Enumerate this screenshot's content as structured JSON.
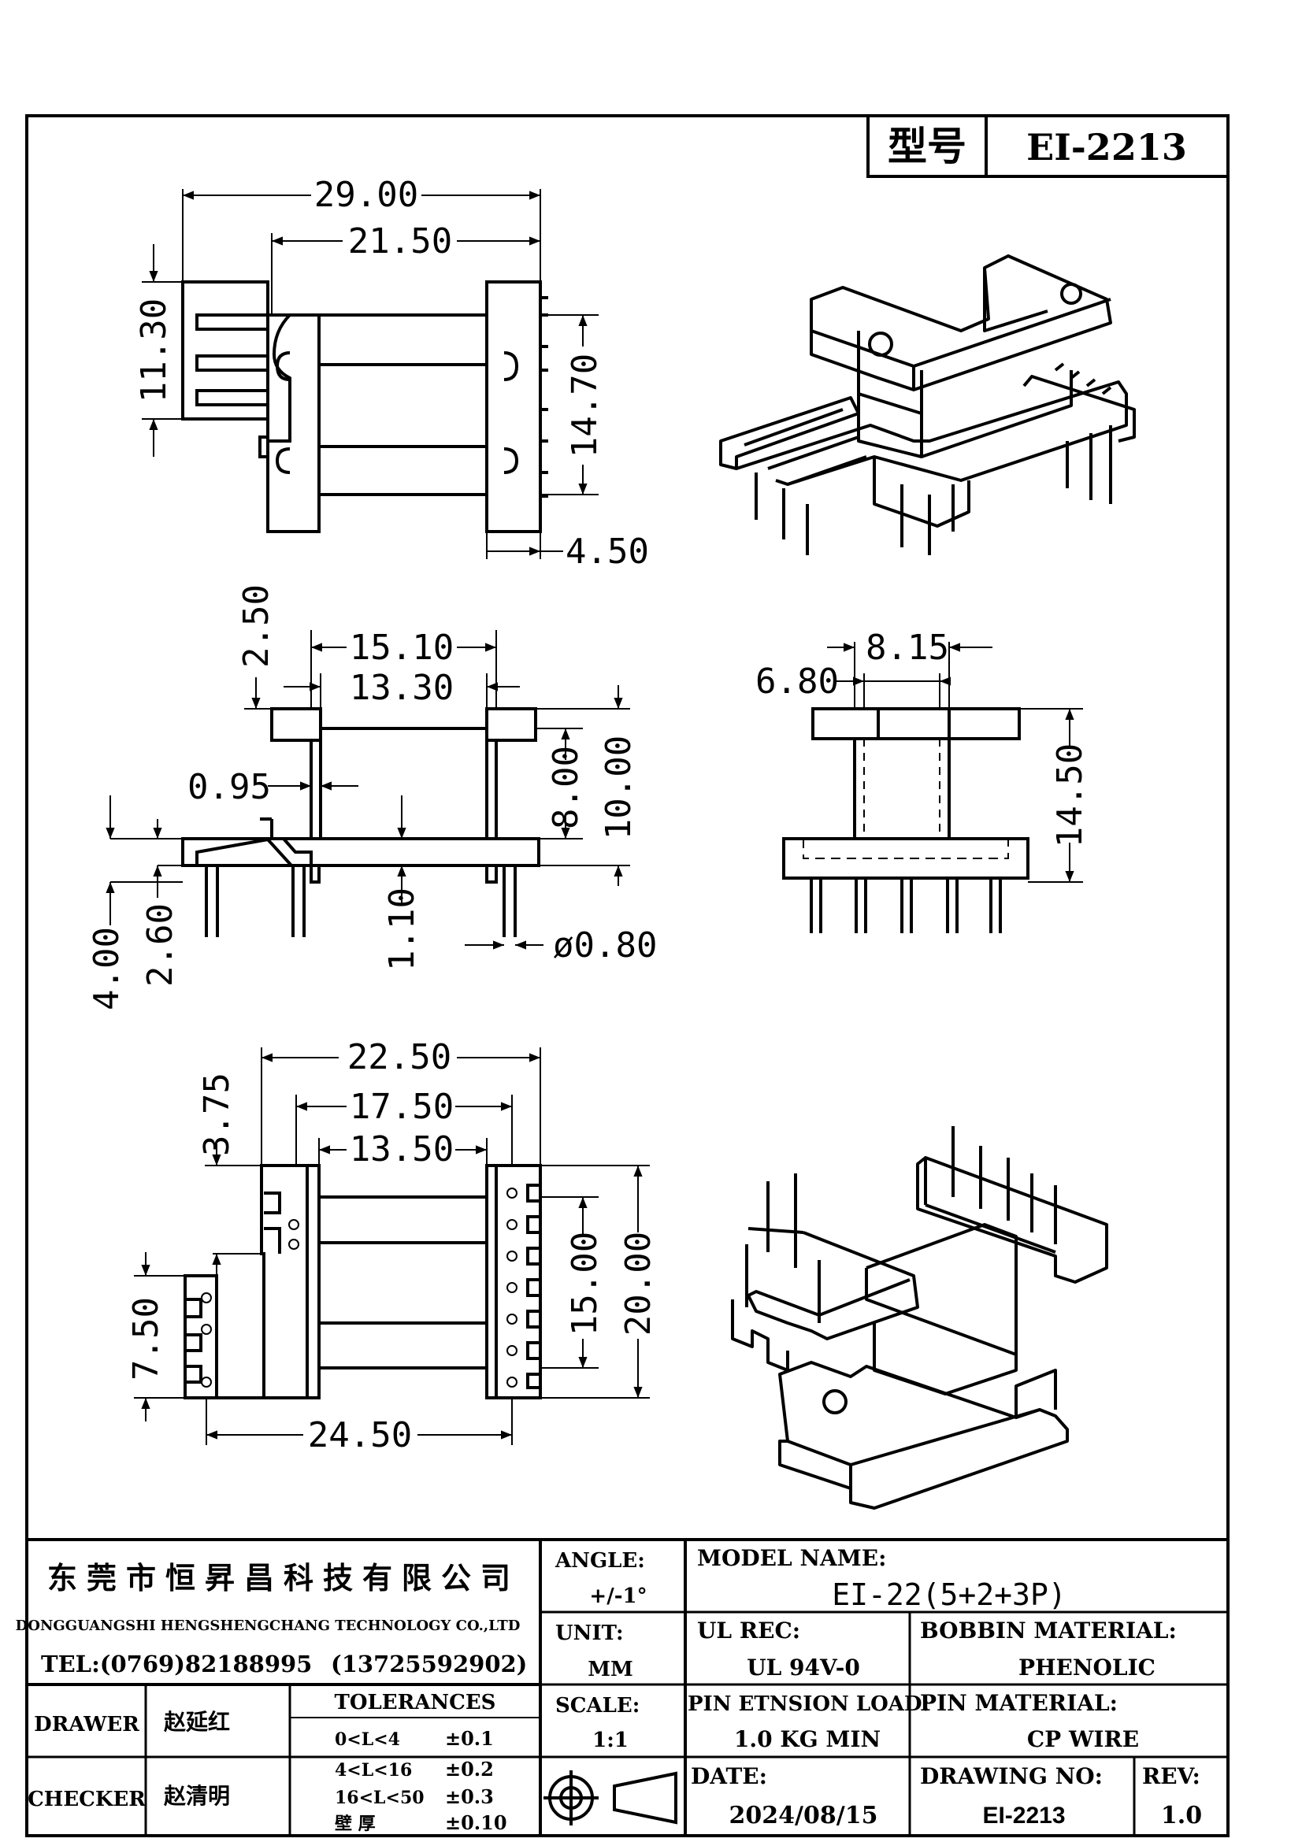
{
  "model_box": {
    "label": "型号",
    "value": "EI-2213"
  },
  "dimensions": {
    "top_view": {
      "overall_width": "29.00",
      "inner_width": "21.50",
      "left_height": "11.30",
      "right_height": "14.70",
      "flange_thickness": "4.50"
    },
    "side_view": {
      "flange_outer": "15.10",
      "flange_inner": "13.30",
      "top_offset": "2.50",
      "wall": "0.95",
      "window_height": "8.00",
      "total_height": "10.00",
      "pin_gap": "1.10",
      "pin_diameter": "ø0.80",
      "pin_length": "4.00",
      "pin_length_short": "2.60"
    },
    "front_view": {
      "center_width": "8.15",
      "core_width": "6.80",
      "total_height": "14.50"
    },
    "bottom_view": {
      "overall_width": "22.50",
      "mid_width": "17.50",
      "inner_width": "13.50",
      "top_offset": "3.75",
      "pin_span_left": "7.50",
      "inner_height": "15.00",
      "outer_height": "20.00",
      "base_width": "24.50"
    }
  },
  "title_block": {
    "company_cn": "东莞市恒昇昌科技有限公司",
    "company_en": "DONGGUANGSHI HENGSHENGCHANG TECHNOLOGY CO.,LTD",
    "tel": "TEL:(0769)82188995",
    "mobile": "(13725592902)",
    "angle_label": "ANGLE:",
    "angle_value": "+/-1°",
    "unit_label": "UNIT:",
    "unit_value": "MM",
    "scale_label": "SCALE:",
    "scale_value": "1:1",
    "model_name_label": "MODEL NAME:",
    "model_name_value": "EI-22(5+2+3P)",
    "ul_rec_label": "UL REC:",
    "ul_rec_value": "UL 94V-0",
    "bobbin_material_label": "BOBBIN MATERIAL:",
    "bobbin_material_value": "PHENOLIC",
    "pin_tension_label": "PIN ETNSION LOAD:",
    "pin_tension_value": "1.0 KG MIN",
    "pin_material_label": "PIN MATERIAL:",
    "pin_material_value": "CP WIRE",
    "date_label": "DATE:",
    "date_value": "2024/08/15",
    "drawing_no_label": "DRAWING NO:",
    "drawing_no_value": "EI-2213",
    "rev_label": "REV:",
    "rev_value": "1.0",
    "drawer_label": "DRAWER",
    "drawer_name": "赵延红",
    "checker_label": "CHECKER",
    "checker_name": "赵清明",
    "tolerances_label": "TOLERANCES",
    "tolerances": [
      {
        "range": "0<L<4",
        "value": "±0.1"
      },
      {
        "range": "4<L<16",
        "value": "±0.2"
      },
      {
        "range": "16<L<50",
        "value": "±0.3"
      },
      {
        "range": "壁 厚",
        "value": "±0.10"
      }
    ]
  }
}
